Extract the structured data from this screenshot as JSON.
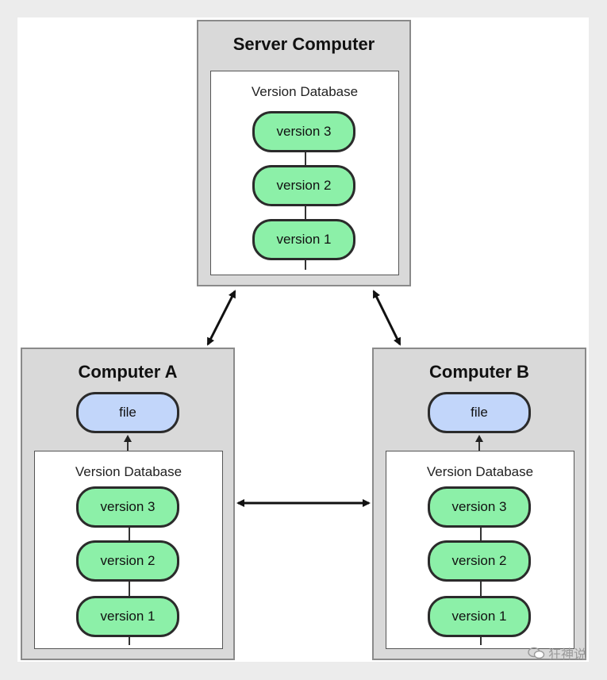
{
  "server": {
    "title": "Server Computer",
    "db_label": "Version Database",
    "versions": [
      "version 3",
      "version 2",
      "version 1"
    ]
  },
  "computer_a": {
    "title": "Computer A",
    "file_label": "file",
    "db_label": "Version Database",
    "versions": [
      "version 3",
      "version 2",
      "version 1"
    ]
  },
  "computer_b": {
    "title": "Computer B",
    "file_label": "file",
    "db_label": "Version Database",
    "versions": [
      "version 3",
      "version 2",
      "version 1"
    ]
  },
  "watermark": {
    "text": "狂神说",
    "icon": "wechat-icon"
  },
  "colors": {
    "version_fill": "#8cf0a8",
    "file_fill": "#c2d6fa",
    "computer_fill": "#d9d9d9",
    "arrow": "#111111"
  }
}
